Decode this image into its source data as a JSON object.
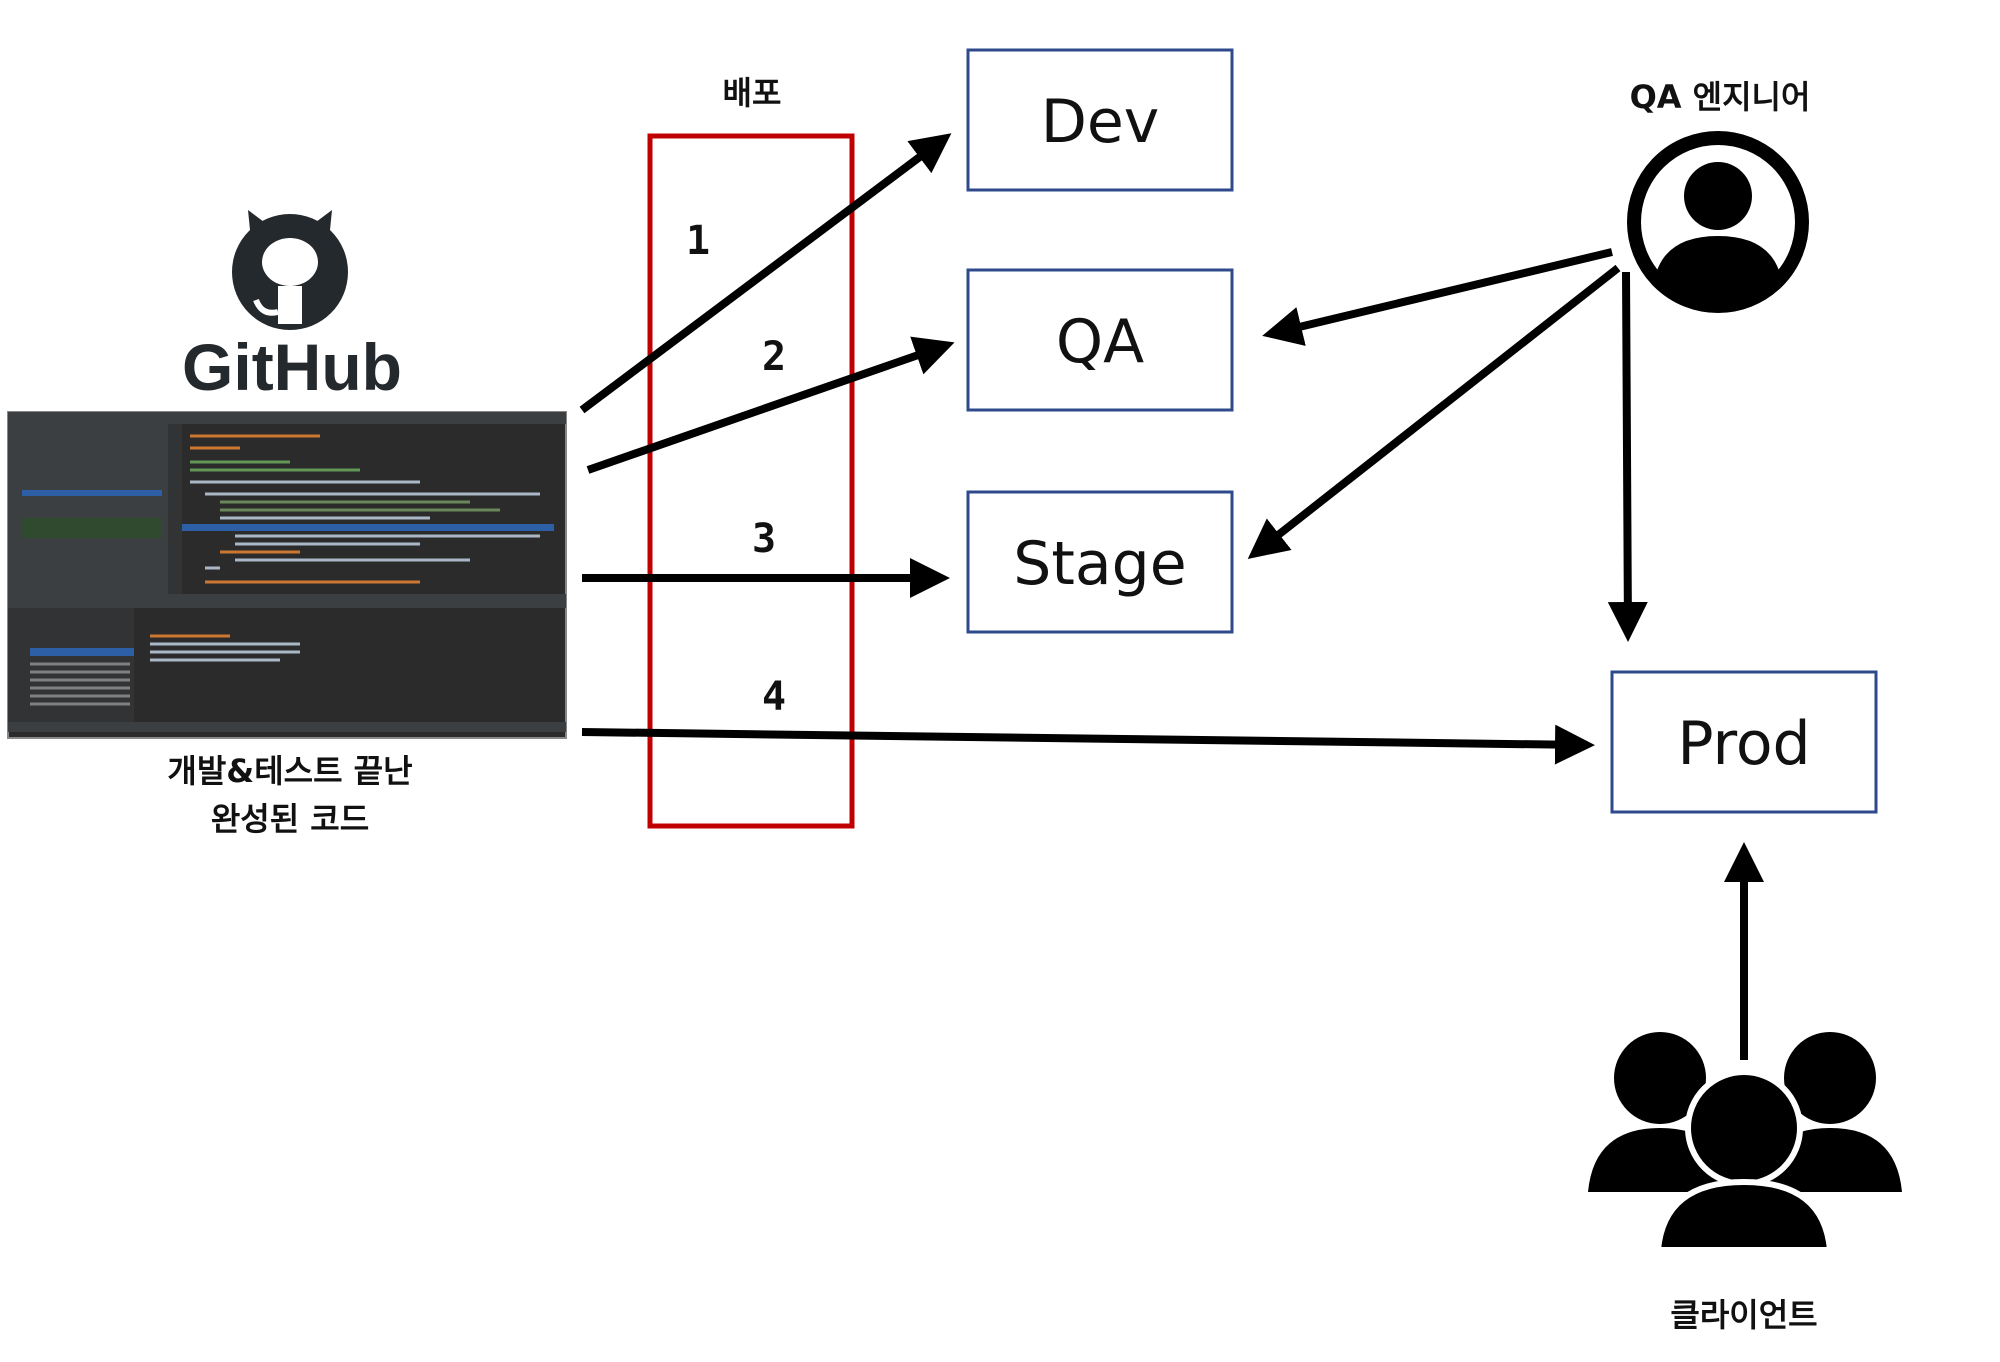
{
  "deploy_label": "배포",
  "github": {
    "wordmark": "GitHub",
    "icon": "github-octocat-icon"
  },
  "code_caption": {
    "line1": "개발&테스트 끝난",
    "line2": "완성된 코드"
  },
  "ide_screenshot": {
    "icon": "ide-screenshot",
    "colors": {
      "bg": "#2b2b2b",
      "panel": "#3c3f41",
      "highlight": "#2d5fa6"
    }
  },
  "environments": {
    "dev": "Dev",
    "qa": "QA",
    "stage": "Stage",
    "prod": "Prod"
  },
  "steps": [
    "1",
    "2",
    "3",
    "4"
  ],
  "qa_engineer": {
    "label": "QA 엔지니어",
    "icon": "user-icon"
  },
  "client": {
    "label": "클라이언트",
    "icon": "user-group-icon"
  },
  "colors": {
    "env_box_border": "#2e4a8c",
    "deploy_box_border": "#c00000",
    "arrow": "#000000"
  }
}
